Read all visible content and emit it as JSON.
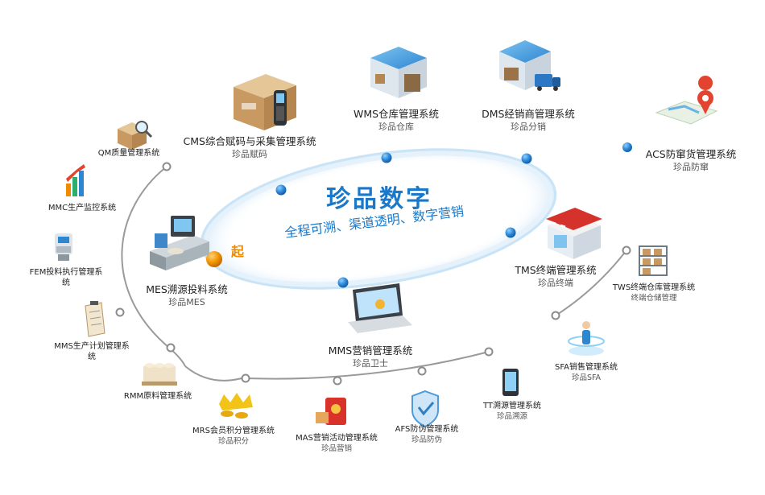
{
  "hub": {
    "title": "珍品数字",
    "subtitle": "全程可溯、渠道透明、数字营销",
    "start_label": "起"
  },
  "colors": {
    "ring": "#cfe6f8",
    "node_blue": "#2b86d6",
    "node_orange": "#f29400",
    "arc_gray": "#9a9a9a",
    "text_blue": "#1a78c9"
  },
  "systems": [
    {
      "id": "cms",
      "name": "CMS综合赋码与采集管理系统",
      "sub": "珍品赋码",
      "icon": "box-scanner-icon"
    },
    {
      "id": "wms",
      "name": "WMS仓库管理系统",
      "sub": "珍品仓库",
      "icon": "warehouse-icon"
    },
    {
      "id": "dms",
      "name": "DMS经销商管理系统",
      "sub": "珍品分销",
      "icon": "distribution-warehouse-icon"
    },
    {
      "id": "acs",
      "name": "ACS防窜货管理系统",
      "sub": "珍品防窜",
      "icon": "map-pin-icon"
    },
    {
      "id": "tms",
      "name": "TMS终端管理系统",
      "sub": "珍品终端",
      "icon": "storefront-icon"
    },
    {
      "id": "mms_mkt",
      "name": "MMS营销管理系统",
      "sub": "珍品卫士",
      "icon": "laptop-icon"
    },
    {
      "id": "mes",
      "name": "MES溯源投料系统",
      "sub": "珍品MES",
      "icon": "production-machine-icon"
    },
    {
      "id": "qm",
      "name": "QM质量管理系统",
      "sub": "",
      "icon": "quality-inspect-icon"
    },
    {
      "id": "mmc",
      "name": "MMC生产监控系统",
      "sub": "",
      "icon": "bar-chart-icon"
    },
    {
      "id": "fem",
      "name": "FEM投料执行管理系统",
      "sub": "",
      "icon": "robot-icon"
    },
    {
      "id": "mms_plan",
      "name": "MMS生产计划管理系统",
      "sub": "",
      "icon": "clipboard-icon"
    },
    {
      "id": "rmm",
      "name": "RMM原料管理系统",
      "sub": "",
      "icon": "materials-icon"
    },
    {
      "id": "mrs",
      "name": "MRS会员积分管理系统",
      "sub": "珍品积分",
      "icon": "crown-coins-icon"
    },
    {
      "id": "mas",
      "name": "MAS营销活动管理系统",
      "sub": "珍品营销",
      "icon": "red-envelope-icon"
    },
    {
      "id": "afs",
      "name": "AFS防伪管理系统",
      "sub": "珍品防伪",
      "icon": "shield-icon"
    },
    {
      "id": "tt",
      "name": "TT溯源管理系统",
      "sub": "珍品溯源",
      "icon": "phone-icon"
    },
    {
      "id": "sfa",
      "name": "SFA销售管理系统",
      "sub": "珍品SFA",
      "icon": "salesperson-icon"
    },
    {
      "id": "tws",
      "name": "TWS终端仓库管理系统",
      "sub": "终端仓储管理",
      "icon": "shelf-icon"
    }
  ]
}
